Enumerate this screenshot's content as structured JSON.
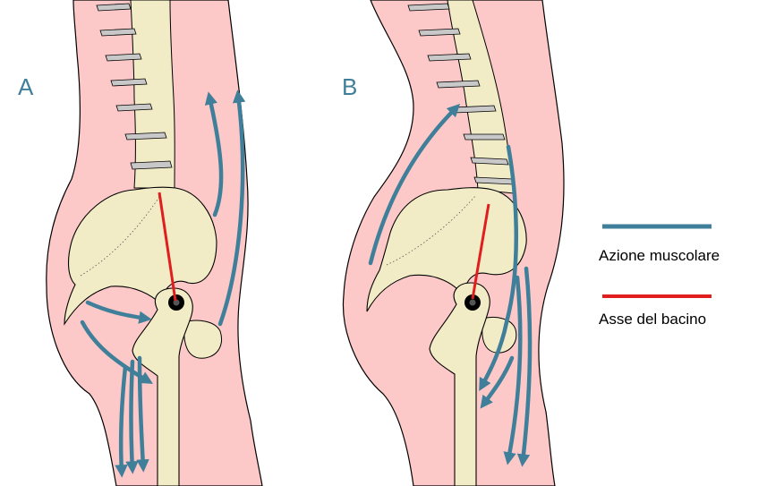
{
  "panels": {
    "a_label": "A",
    "b_label": "B"
  },
  "legend": {
    "muscle_label": "Azione muscolare",
    "axis_label": "Asse del bacino"
  },
  "colors": {
    "skin": "#fcc8c8",
    "bone": "#f1ecc6",
    "disc": "#c8c8c8",
    "muscle_arrow": "#3f7f99",
    "pelvis_axis": "#e11e1e",
    "outline": "#000000"
  }
}
